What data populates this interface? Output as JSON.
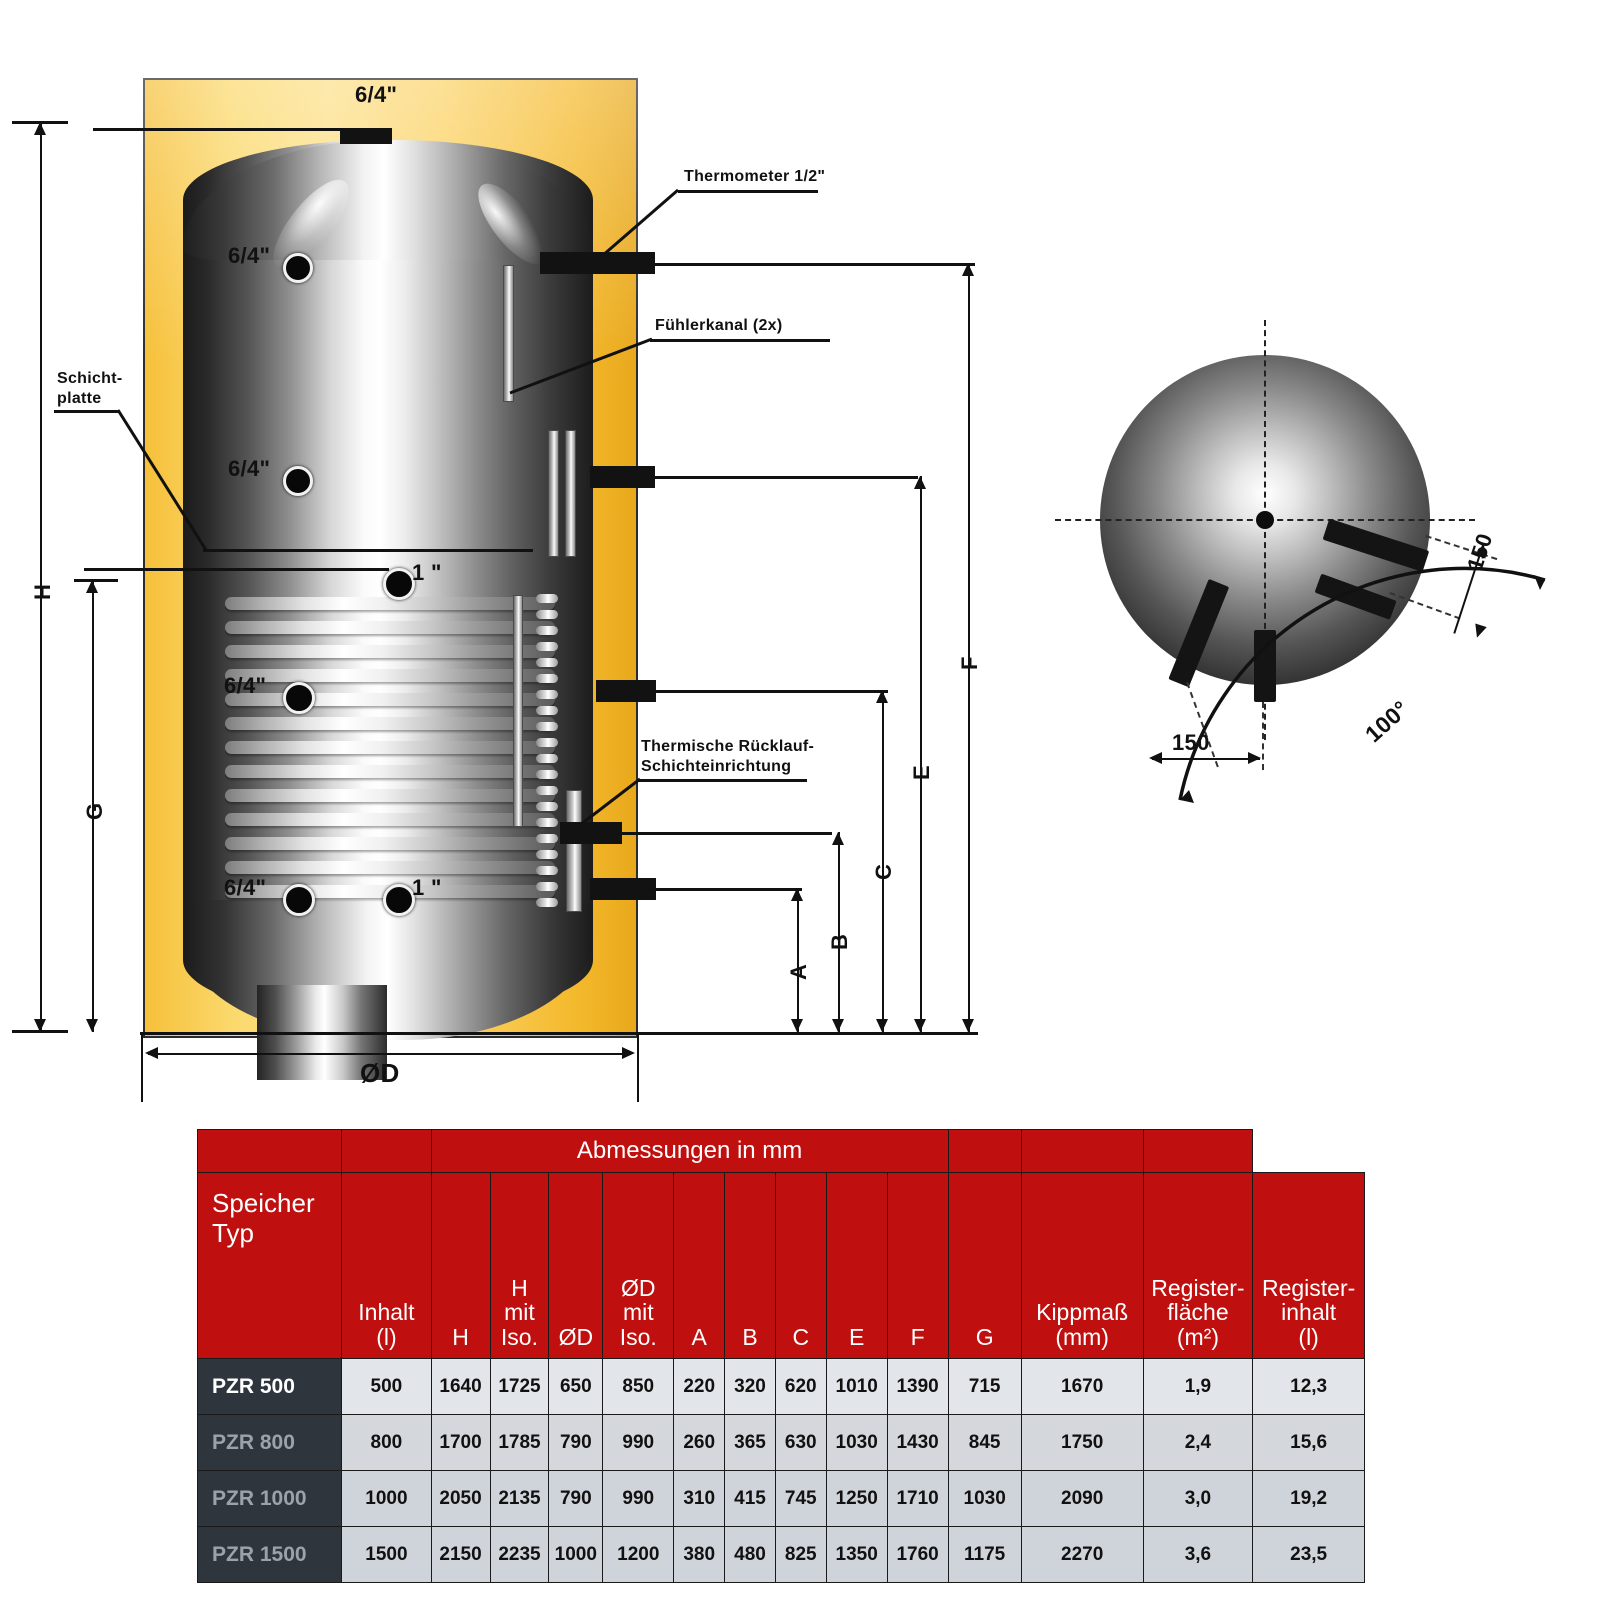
{
  "drawing": {
    "labels": {
      "top_port": "6/4\"",
      "thermometer": "Thermometer 1/2\"",
      "fuehlerkanal": "Fühlerkanal (2x)",
      "schichtplatte": "Schicht-\nplatte",
      "schichtplatte_l1": "Schicht-",
      "schichtplatte_l2": "platte",
      "ruecklauf_l1": "Thermische Rücklauf-",
      "ruecklauf_l2": "Schichteinrichtung",
      "port_1": "6/4\"",
      "port_2": "6/4\"",
      "port_3": "1 \"",
      "port_4": "6/4\"",
      "port_5": "6/4\"",
      "port_6": "1 \"",
      "diameter": "ØD"
    },
    "dimensions": {
      "H": "H",
      "G": "G",
      "A": "A",
      "B": "B",
      "C": "C",
      "E": "E",
      "F": "F"
    }
  },
  "topview": {
    "dim_right": "150",
    "dim_left": "150",
    "angle": "100°"
  },
  "table": {
    "group_header": "Abmessungen in mm",
    "col_type_l1": "Speicher",
    "col_type_l2": "Typ",
    "headers": [
      {
        "l1": "",
        "l2": "Inhalt",
        "l3": "(l)"
      },
      {
        "l1": "",
        "l2": "",
        "l3": "H"
      },
      {
        "l1": "H",
        "l2": "mit",
        "l3": "Iso."
      },
      {
        "l1": "",
        "l2": "",
        "l3": "ØD"
      },
      {
        "l1": "ØD",
        "l2": "mit",
        "l3": "Iso."
      },
      {
        "l1": "",
        "l2": "",
        "l3": "A"
      },
      {
        "l1": "",
        "l2": "",
        "l3": "B"
      },
      {
        "l1": "",
        "l2": "",
        "l3": "C"
      },
      {
        "l1": "",
        "l2": "",
        "l3": "E"
      },
      {
        "l1": "",
        "l2": "",
        "l3": "F"
      },
      {
        "l1": "",
        "l2": "",
        "l3": "G"
      },
      {
        "l1": "",
        "l2": "Kippmaß",
        "l3": "(mm)"
      },
      {
        "l1": "Register-",
        "l2": "fläche",
        "l3": "(m²)"
      },
      {
        "l1": "Register-",
        "l2": "inhalt",
        "l3": "(l)"
      }
    ],
    "rows": [
      {
        "type": "PZR 500",
        "cells": [
          "500",
          "1640",
          "1725",
          "650",
          "850",
          "220",
          "320",
          "620",
          "1010",
          "1390",
          "715",
          "1670",
          "1,9",
          "12,3"
        ]
      },
      {
        "type": "PZR 800",
        "cells": [
          "800",
          "1700",
          "1785",
          "790",
          "990",
          "260",
          "365",
          "630",
          "1030",
          "1430",
          "845",
          "1750",
          "2,4",
          "15,6"
        ]
      },
      {
        "type": "PZR 1000",
        "cells": [
          "1000",
          "2050",
          "2135",
          "790",
          "990",
          "310",
          "415",
          "745",
          "1250",
          "1710",
          "1030",
          "2090",
          "3,0",
          "19,2"
        ]
      },
      {
        "type": "PZR 1500",
        "cells": [
          "1500",
          "2150",
          "2235",
          "1000",
          "1200",
          "380",
          "480",
          "825",
          "1350",
          "1760",
          "1175",
          "2270",
          "3,6",
          "23,5"
        ]
      }
    ]
  },
  "colors": {
    "header_red": "#bf0f0f",
    "type_dark": "#2e353c",
    "cell_gray": "#d4d8dd",
    "insulation": "#f6c03a"
  }
}
